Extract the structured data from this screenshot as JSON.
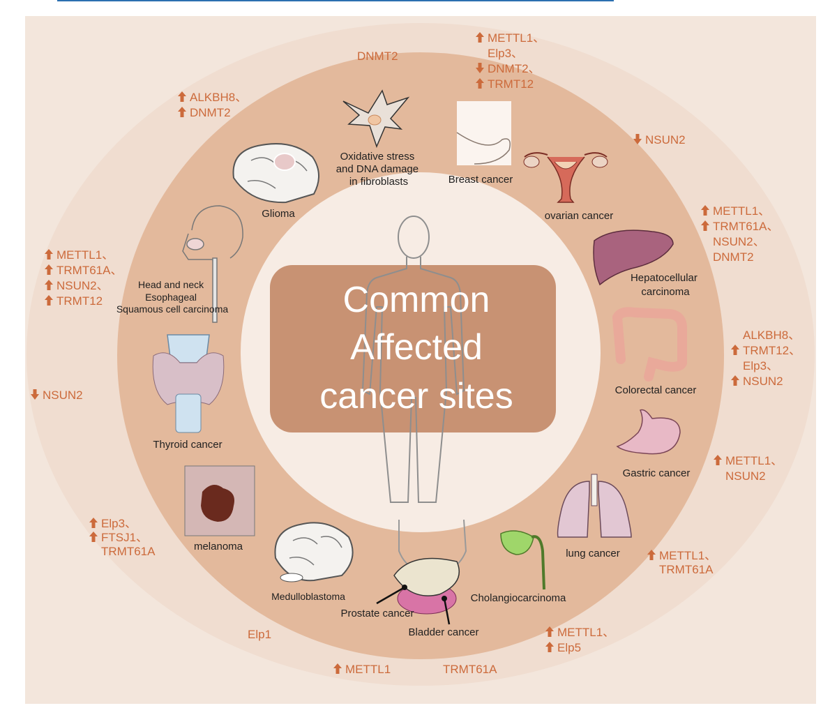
{
  "colors": {
    "frame_bg": "#f3e6dc",
    "outer_ring": "#f0ddd0",
    "mid_ring": "#e3b99c",
    "inner_circle": "#f7ece4",
    "center_box": "#c89273",
    "gene_text": "#cc6a3b",
    "label_text": "#1f1f1f",
    "link_line": "#2b6fb0"
  },
  "center_title": [
    "Common",
    "Affected",
    "cancer sites"
  ],
  "sites": {
    "fibroblast": [
      "Oxidative stress",
      "and DNA damage",
      "in fibroblasts"
    ],
    "breast": [
      "Breast cancer"
    ],
    "ovarian": [
      "ovarian cancer"
    ],
    "hcc": [
      "Hepatocellular",
      "carcinoma"
    ],
    "colorectal": [
      "Colorectal cancer"
    ],
    "gastric": [
      "Gastric cancer"
    ],
    "lung": [
      "lung cancer"
    ],
    "cholangio": [
      "Cholangiocarcinoma"
    ],
    "bladder": [
      "Bladder cancer"
    ],
    "prostate": [
      "Prostate cancer"
    ],
    "medullo": [
      "Medulloblastoma"
    ],
    "melanoma": [
      "melanoma"
    ],
    "thyroid": [
      "Thyroid cancer"
    ],
    "headneck": [
      "Head and neck",
      "Esophageal",
      "Squamous cell carcinoma"
    ],
    "glioma": [
      "Glioma"
    ]
  },
  "genes": {
    "fibroblast": [
      {
        "dir": "",
        "text": "DNMT2"
      }
    ],
    "breast": [
      {
        "dir": "up",
        "text": "METTL1、"
      },
      {
        "dir": "",
        "text": "Elp3、"
      },
      {
        "dir": "down",
        "text": "DNMT2、"
      },
      {
        "dir": "up",
        "text": "TRMT12"
      }
    ],
    "ovarian": [
      {
        "dir": "down",
        "text": "NSUN2"
      }
    ],
    "hcc": [
      {
        "dir": "up",
        "text": "METTL1、"
      },
      {
        "dir": "up",
        "text": "TRMT61A、"
      },
      {
        "dir": "",
        "text": "NSUN2、"
      },
      {
        "dir": "",
        "text": "DNMT2"
      }
    ],
    "colorectal": [
      {
        "dir": "",
        "text": "ALKBH8、"
      },
      {
        "dir": "up",
        "text": "TRMT12、"
      },
      {
        "dir": "",
        "text": "Elp3、"
      },
      {
        "dir": "up",
        "text": "NSUN2"
      }
    ],
    "gastric": [
      {
        "dir": "up",
        "text": "METTL1、"
      },
      {
        "dir": "",
        "text": "NSUN2"
      }
    ],
    "lung": [
      {
        "dir": "up",
        "text": "METTL1、"
      },
      {
        "dir": "",
        "text": "TRMT61A"
      }
    ],
    "cholangio": [
      {
        "dir": "up",
        "text": "METTL1、"
      },
      {
        "dir": "up",
        "text": "Elp5"
      }
    ],
    "bladder": [
      {
        "dir": "",
        "text": "TRMT61A"
      }
    ],
    "prostate": [
      {
        "dir": "up",
        "text": "METTL1"
      }
    ],
    "medullo": [
      {
        "dir": "",
        "text": "Elp1"
      }
    ],
    "melanoma": [
      {
        "dir": "up",
        "text": "Elp3、"
      },
      {
        "dir": "up",
        "text": "FTSJ1、"
      },
      {
        "dir": "",
        "text": "TRMT61A"
      }
    ],
    "thyroid": [
      {
        "dir": "down",
        "text": "NSUN2"
      }
    ],
    "headneck": [
      {
        "dir": "up",
        "text": "METTL1、"
      },
      {
        "dir": "up",
        "text": "TRMT61A、"
      },
      {
        "dir": "up",
        "text": "NSUN2、"
      },
      {
        "dir": "up",
        "text": "TRMT12"
      }
    ],
    "glioma": [
      {
        "dir": "up",
        "text": "ALKBH8、"
      },
      {
        "dir": "up",
        "text": "DNMT2"
      }
    ]
  }
}
